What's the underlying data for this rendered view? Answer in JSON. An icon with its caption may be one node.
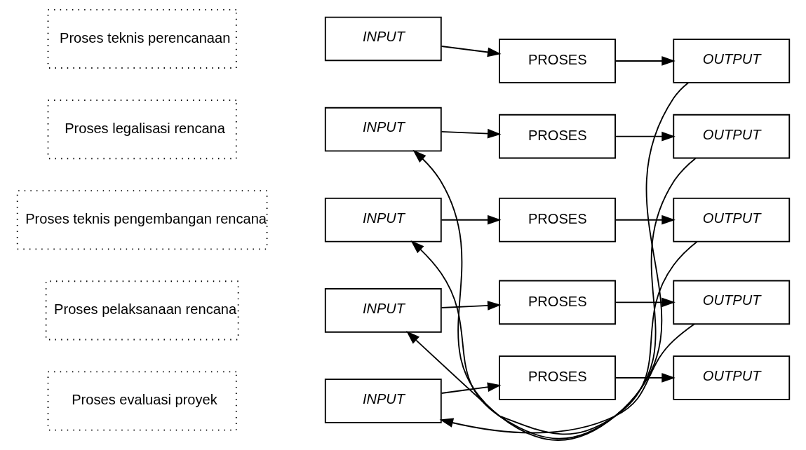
{
  "diagram": {
    "nodes": [
      {
        "text": [
          "Proses teknis perencanaan"
        ]
      },
      {
        "text": [
          "INPUT"
        ]
      },
      {
        "text": [
          "PROSES"
        ]
      },
      {
        "text": [
          "OUTPUT"
        ]
      },
      {
        "text": [
          "Proses legalisasi rencana"
        ]
      },
      {
        "text": [
          "INPUT"
        ]
      },
      {
        "text": [
          "PROSES"
        ]
      },
      {
        "text": [
          "OUTPUT"
        ]
      },
      {
        "text": [
          "Proses teknis pengembangan rencana"
        ]
      },
      {
        "text": [
          "INPUT"
        ]
      },
      {
        "text": [
          "PROSES"
        ]
      },
      {
        "text": [
          "OUTPUT"
        ]
      },
      {
        "text": [
          "Proses pelaksanaan rencana"
        ]
      },
      {
        "text": [
          "INPUT"
        ]
      },
      {
        "text": [
          "PROSES"
        ]
      },
      {
        "text": [
          "OUTPUT"
        ]
      },
      {
        "text": [
          "Proses evaluasi proyek"
        ]
      },
      {
        "text": [
          "INPUT"
        ]
      },
      {
        "text": [
          "PROSES"
        ]
      },
      {
        "text": [
          "OUTPUT"
        ]
      }
    ],
    "edges": [
      {
        "from": 1,
        "to": 2,
        "arrow": "to"
      },
      {
        "from": 2,
        "to": 3,
        "arrow": "to"
      },
      {
        "from": 3,
        "to": 5,
        "arrow": "to"
      },
      {
        "from": 5,
        "to": 6,
        "arrow": "to"
      },
      {
        "from": 6,
        "to": 7,
        "arrow": "to"
      },
      {
        "from": 7,
        "to": 9,
        "arrow": "to"
      },
      {
        "from": 9,
        "to": 10,
        "arrow": "to"
      },
      {
        "from": 10,
        "to": 11,
        "arrow": "to"
      },
      {
        "from": 11,
        "to": 13,
        "arrow": "to"
      },
      {
        "from": 13,
        "to": 14,
        "arrow": "to"
      },
      {
        "from": 14,
        "to": 15,
        "arrow": "to"
      },
      {
        "from": 15,
        "to": 17,
        "arrow": "to"
      },
      {
        "from": 17,
        "to": 18,
        "arrow": "to"
      },
      {
        "from": 18,
        "to": 19,
        "arrow": "to"
      }
    ]
  }
}
